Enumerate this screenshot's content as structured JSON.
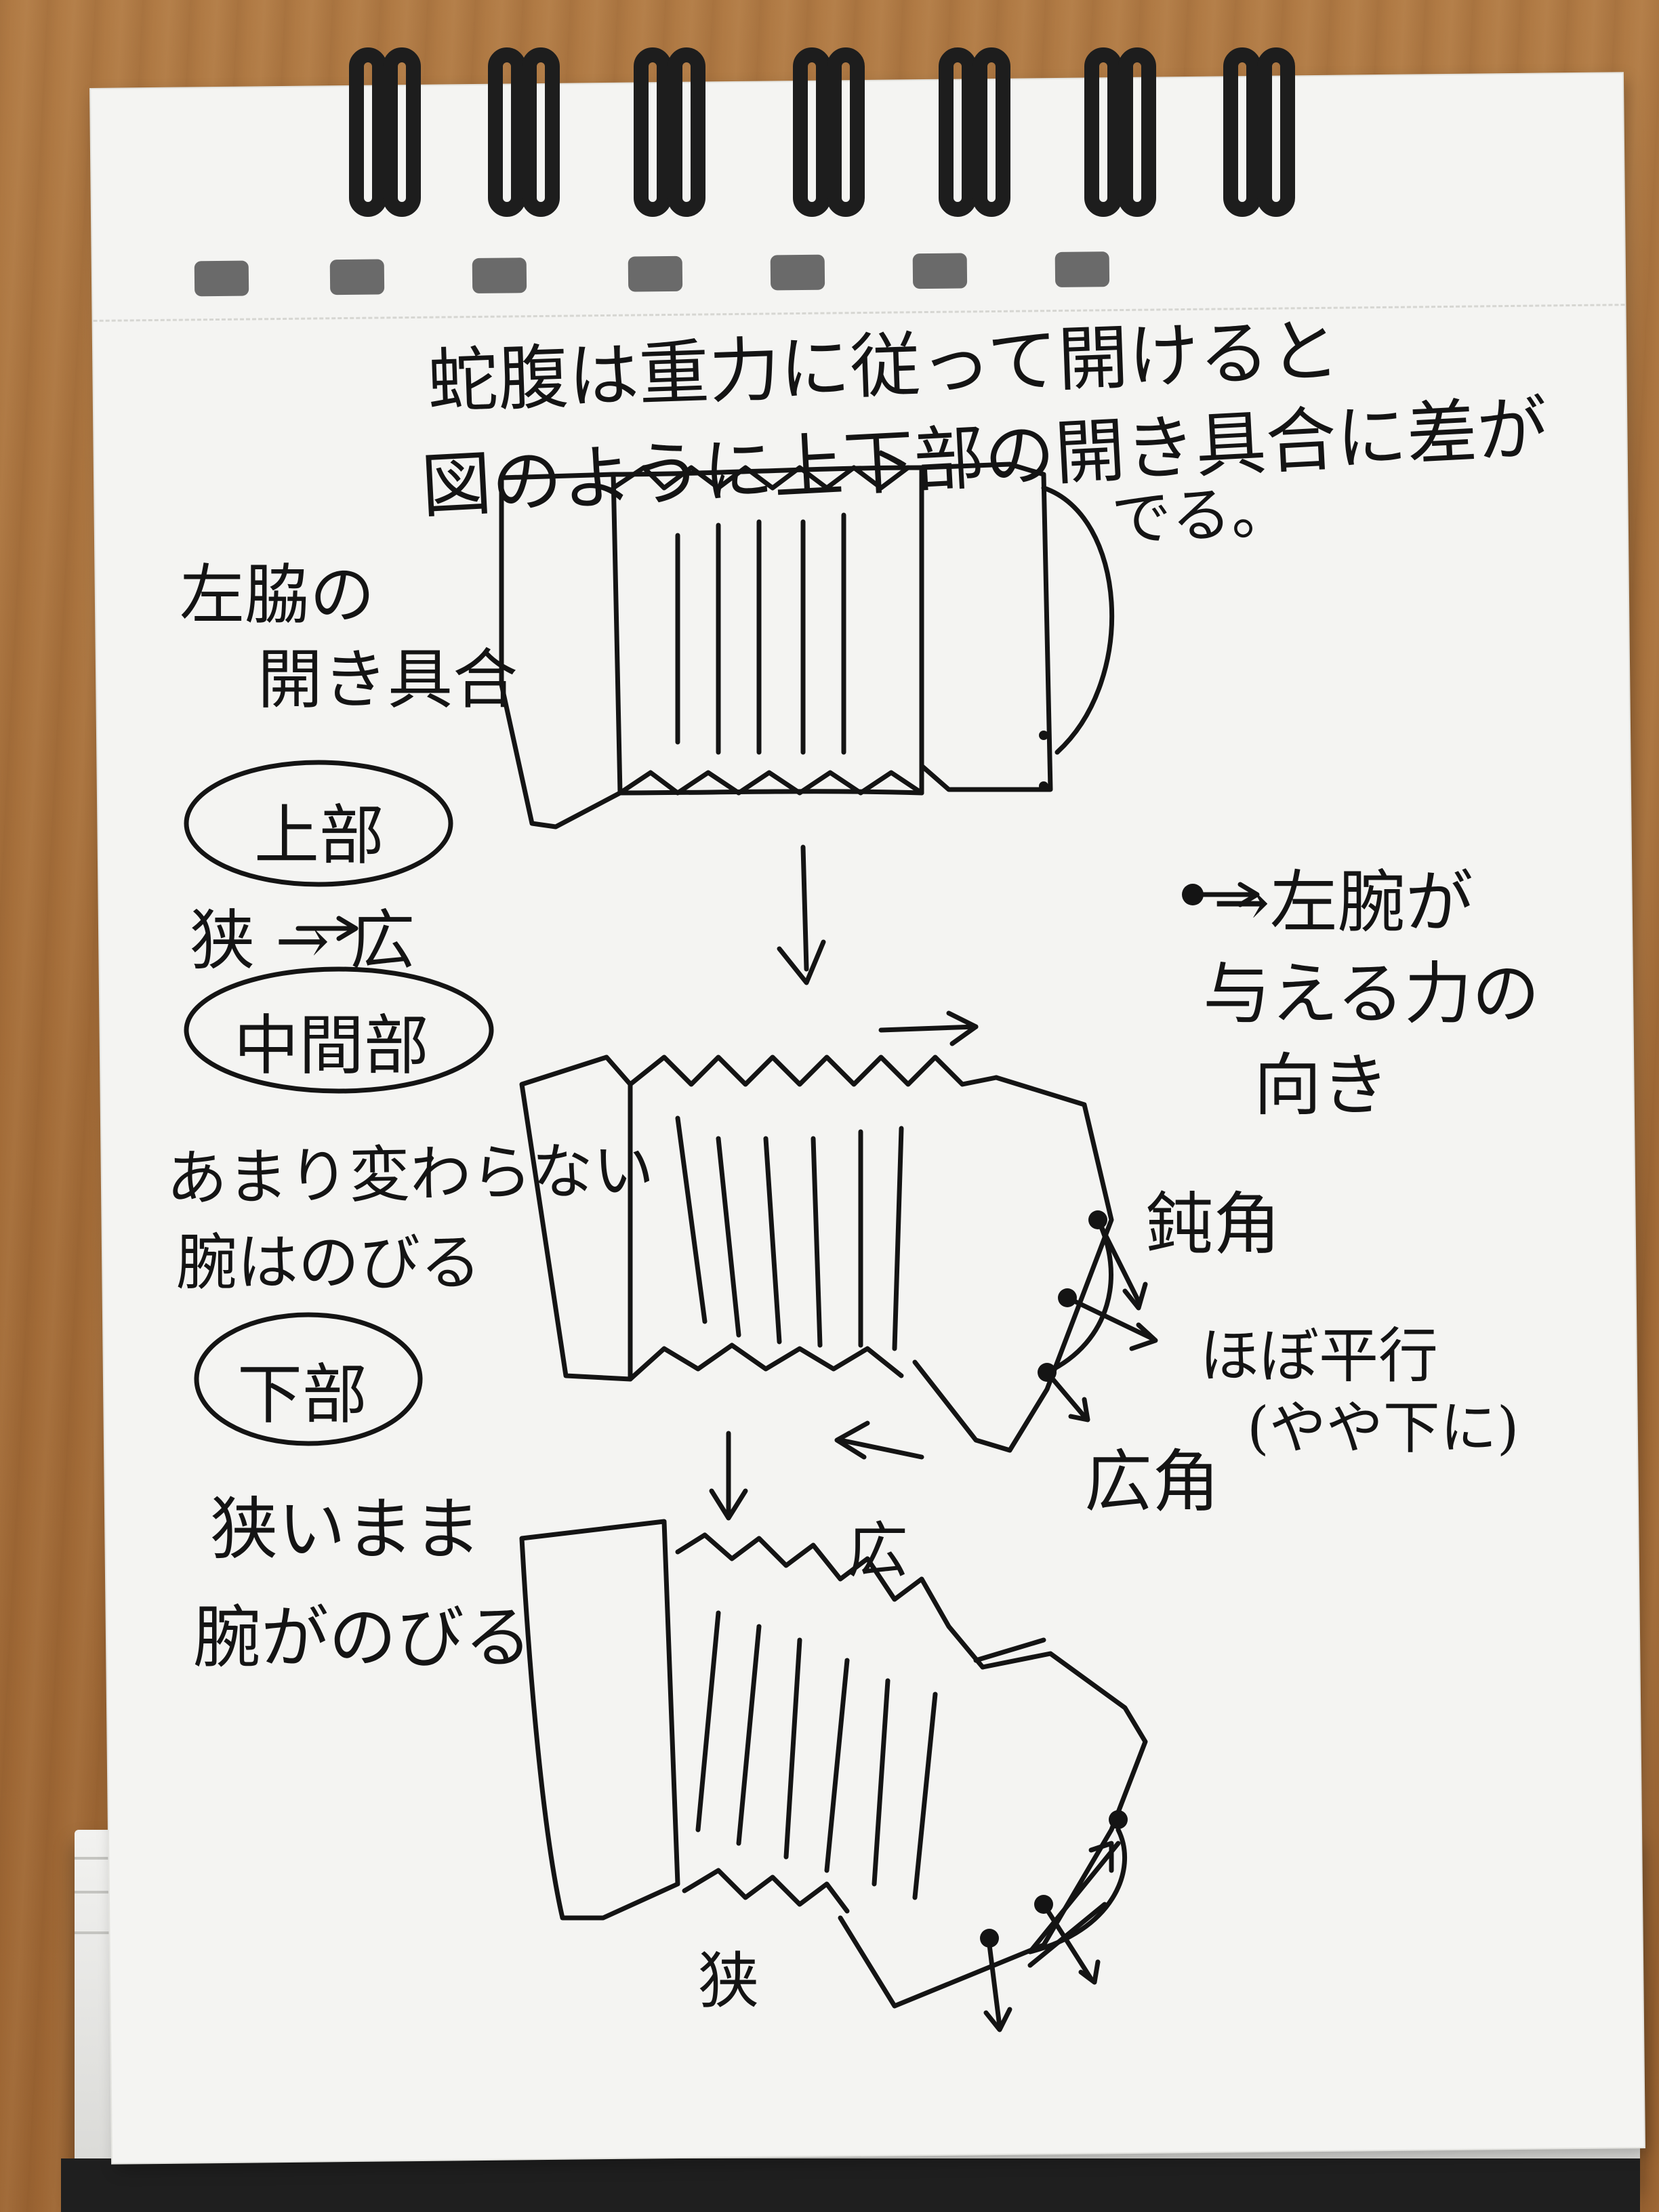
{
  "note": {
    "title_line1": "蛇腹は重力に従って開けると",
    "title_line2": "図のように上下部の開き具合に差が",
    "title_line3": "でる。",
    "label_left_opening_line1": "左脇の",
    "label_left_opening_line2": "開き具合",
    "section_top": "上部",
    "top_change": "狭→広",
    "section_middle": "中間部",
    "middle_desc_line1": "あまり変わらない",
    "middle_desc_line2": "腕はのびる",
    "section_bottom": "下部",
    "bottom_desc_line1": "狭いまま",
    "bottom_desc_line2": "腕がのびる",
    "legend_line1": "→左腕が",
    "legend_line2": "与える力の",
    "legend_line3": "向き",
    "angle_obtuse": "鈍角",
    "angle_parallel_line1": "ほぼ平行",
    "angle_parallel_line2": "(やや下に)",
    "angle_wide": "広角",
    "bottom_wide_mark": "広",
    "bottom_narrow_mark": "狭"
  },
  "colors": {
    "ink": "#141414",
    "paper": "#f4f4f2",
    "wood": "#a8703c"
  }
}
